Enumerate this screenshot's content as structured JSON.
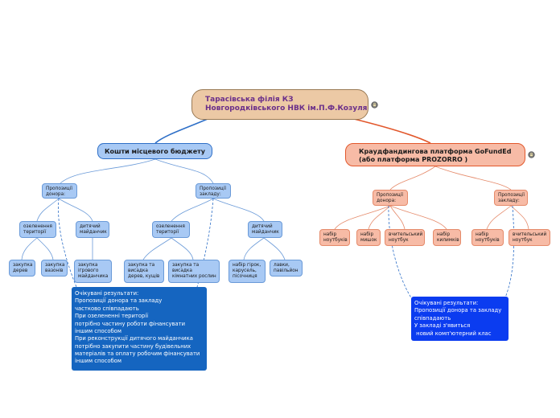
{
  "root": {
    "lines": [
      "Тарасівська філія КЗ",
      "Новгородківського НВК ім.П.Ф.Козуля"
    ]
  },
  "left": {
    "title": "Кошти місцевого бюджету",
    "donor": {
      "lines": [
        "Пропозиції",
        "донора:"
      ]
    },
    "school": {
      "lines": [
        "Пропозиції",
        "закладу:"
      ]
    },
    "donor_children": [
      {
        "lines": [
          "озеленення",
          "території"
        ]
      },
      {
        "lines": [
          "дитячий",
          "майданчик"
        ]
      }
    ],
    "school_children": [
      {
        "lines": [
          "озеленення",
          "території"
        ]
      },
      {
        "lines": [
          "дитячий",
          "майданчик"
        ]
      }
    ],
    "leaves": [
      {
        "lines": [
          "закупка",
          "дерев"
        ]
      },
      {
        "lines": [
          "закупка",
          "вазонів"
        ]
      },
      {
        "lines": [
          "закупка",
          "ігрового",
          "майданчика"
        ]
      },
      {
        "lines": [
          "закупка та",
          "висадка",
          "дерев, кущів"
        ]
      },
      {
        "lines": [
          "закупка та",
          "висадка",
          "кімнатних рослин"
        ]
      },
      {
        "lines": [
          "набір гірок,",
          "карусель,",
          "пісочниця"
        ]
      },
      {
        "lines": [
          "лавки,",
          "павільйон"
        ]
      }
    ],
    "results": [
      "Очікувані результати:",
      "Пропозиції донора та закладу",
      "частково співпадають",
      "При озелененні території",
      "потрібно частину роботи фінансувати",
      "іншим способом",
      "При реконструкції дитячого майданчика",
      "потрібно закупити частину будівельних",
      "матеріалів та оплату робочим фінансувати",
      "іншим способом"
    ]
  },
  "right": {
    "title": {
      "lines": [
        "Краудфандингова платформа GoFundEd",
        "(або платформа PROZORRO )"
      ]
    },
    "donor": {
      "lines": [
        "Пропозиції",
        "донора:"
      ]
    },
    "school": {
      "lines": [
        "Пропозиції",
        "закладу:"
      ]
    },
    "donor_children": [
      {
        "lines": [
          "набір",
          "ноутбуків"
        ]
      },
      {
        "lines": [
          "набір",
          "мишок"
        ]
      },
      {
        "lines": [
          "вчительський",
          "ноутбук"
        ]
      },
      {
        "lines": [
          "набір",
          "килимків"
        ]
      }
    ],
    "school_children": [
      {
        "lines": [
          "набір",
          "ноутбуків"
        ]
      },
      {
        "lines": [
          "вчительський",
          "ноутбук"
        ]
      }
    ],
    "results": [
      "Очікувані результати:",
      "Пропозиції донора та закладу",
      "співпадають",
      "У закладі з'явиться",
      " новий комп'ютерний клас"
    ]
  },
  "colors": {
    "blue_fill": "#a8c9f4",
    "blue_line": "#2e6fc7",
    "orange_fill": "#f7bba6",
    "orange_line": "#e2572b",
    "left_results_bg": "#1565c0",
    "right_results_bg": "#0b3cf0",
    "root_fill": "#ecc9a5"
  },
  "icons": [
    "note-icon",
    "note-icon"
  ]
}
